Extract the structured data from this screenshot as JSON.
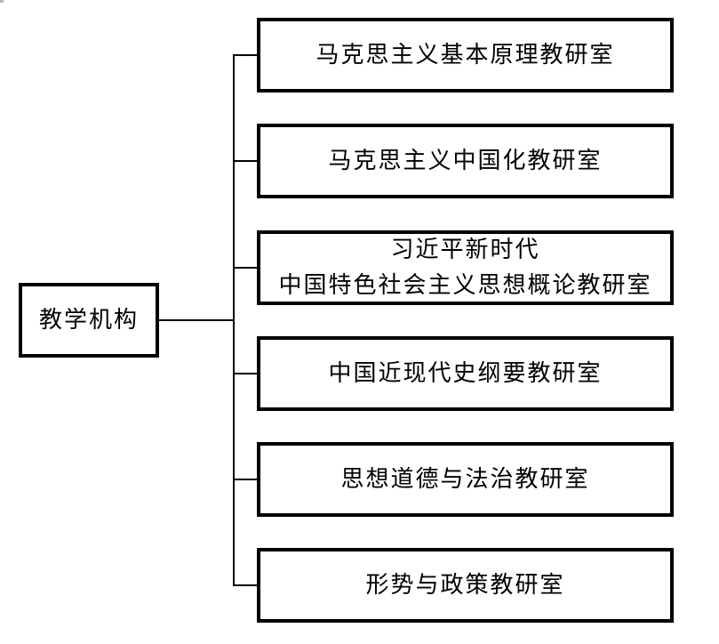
{
  "diagram": {
    "type": "org-chart",
    "root": {
      "label": "教学机构"
    },
    "children": [
      {
        "label": "马克思主义基本原理教研室"
      },
      {
        "label": "马克思主义中国化教研室"
      },
      {
        "label": "习近平新时代\n中国特色社会主义思想概论教研室"
      },
      {
        "label": "中国近现代史纲要教研室"
      },
      {
        "label": "思想道德与法治教研室"
      },
      {
        "label": "形势与政策教研室"
      }
    ],
    "colors": {
      "line": "#000000",
      "background": "#ffffff",
      "text": "#000000"
    }
  }
}
